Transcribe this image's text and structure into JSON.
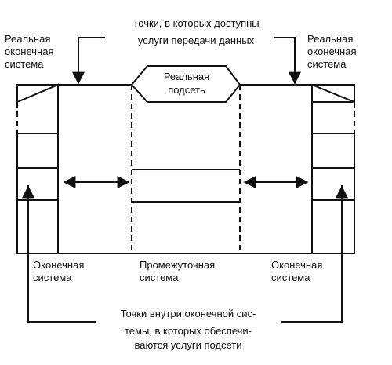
{
  "labels": {
    "top_note_1": "Точки, в которых доступны",
    "top_note_2": "услуги передачи данных",
    "left_real_1": "Реальная",
    "left_real_2": "оконечная",
    "left_real_3": "система",
    "right_real_1": "Реальная",
    "right_real_2": "оконечная",
    "right_real_3": "система",
    "subnet_1": "Реальная",
    "subnet_2": "подсеть",
    "end_left_1": "Оконечная",
    "end_left_2": "система",
    "intermediate_1": "Промежуточная",
    "intermediate_2": "система",
    "end_right_1": "Оконечная",
    "end_right_2": "система",
    "bottom_note_1": "Точки внутри оконечной сис-",
    "bottom_note_2": "темы, в которых обеспечи-",
    "bottom_note_3": "ваются услуги подсети"
  },
  "colors": {
    "ink": "#111111",
    "paper": "#ffffff"
  }
}
